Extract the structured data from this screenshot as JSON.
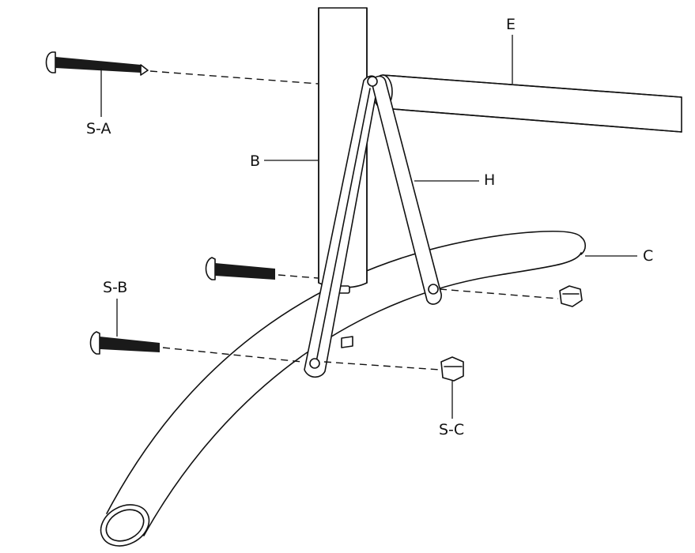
{
  "labels": {
    "e": "E",
    "sa": "S-A",
    "b": "B",
    "h": "H",
    "c": "C",
    "sb": "S-B",
    "sc": "S-C"
  },
  "colors": {
    "line": "#111111",
    "background": "#ffffff"
  }
}
